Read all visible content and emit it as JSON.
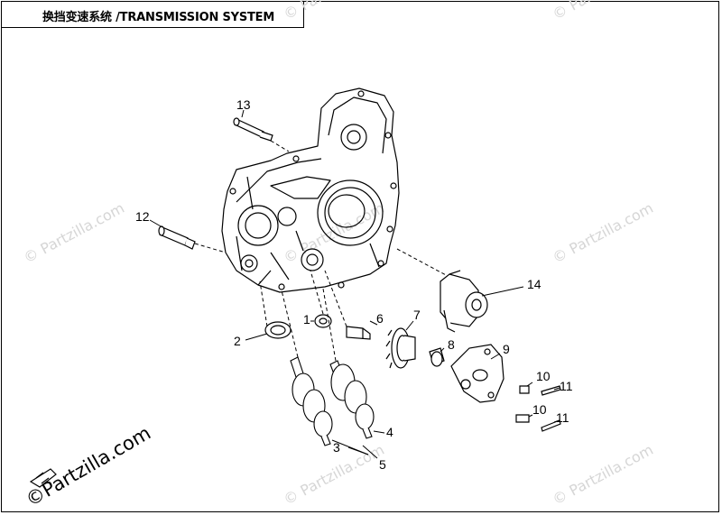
{
  "header": {
    "title": "换挡变速系统 /TRANSMISSION SYSTEM"
  },
  "callouts": [
    "1",
    "2",
    "3",
    "4",
    "5",
    "6",
    "7",
    "8",
    "9",
    "10",
    "11",
    "10",
    "11",
    "12",
    "13",
    "14"
  ],
  "watermark": {
    "text": "© Partzilla.com"
  },
  "brand": {
    "text": "©Partzilla.com"
  },
  "colors": {
    "line": "#000000",
    "watermark": "#d6d6d6",
    "background": "#ffffff"
  }
}
